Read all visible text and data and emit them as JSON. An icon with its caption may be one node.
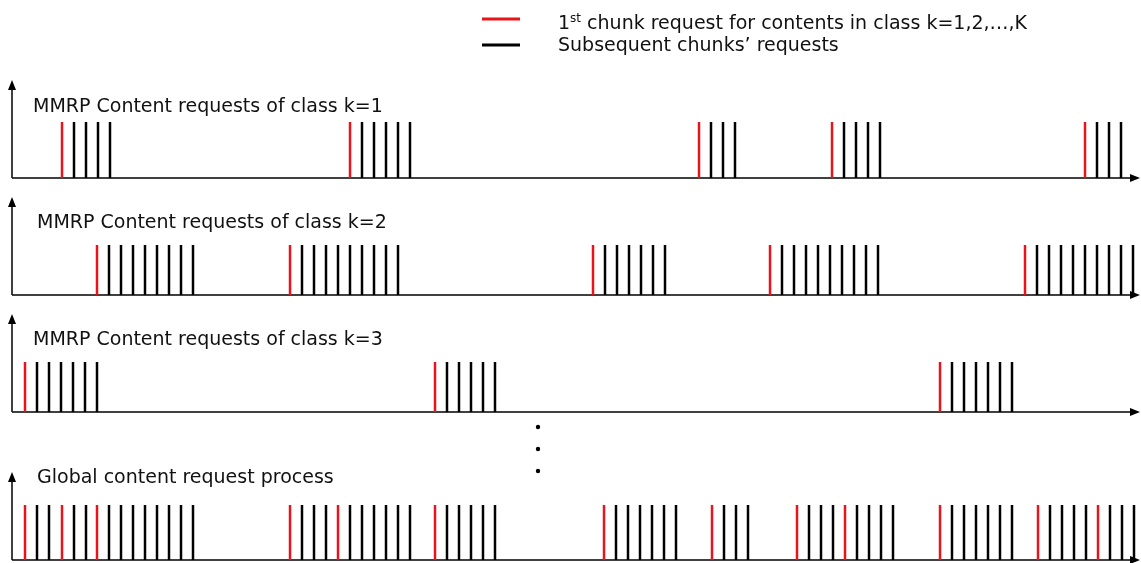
{
  "diagram": {
    "labels": [
      "MMRP Content requests of class k=1",
      "MMRP Content requests of class k=2",
      "MMRP Content requests of class k=3",
      "Global content request process"
    ],
    "legend": [
      {
        "text": "1$^{st}$ chunk request for contents in class k=1,2,…,K"
      },
      {
        "text": "Subsequent chunks’ requests"
      }
    ]
  }
}
